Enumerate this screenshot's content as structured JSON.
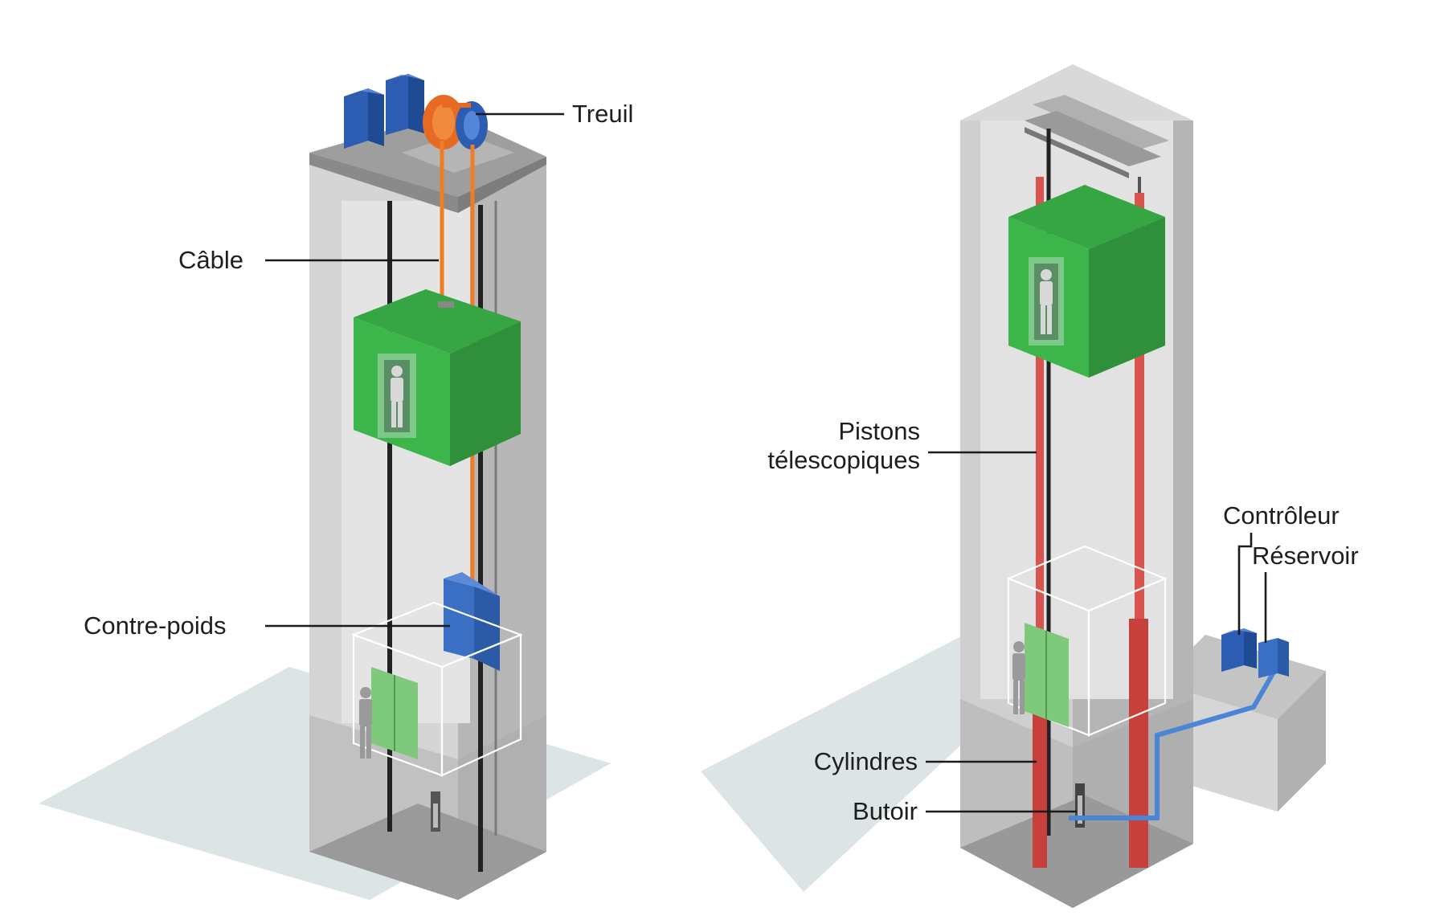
{
  "diagram": {
    "traction_elevator": {
      "labels": {
        "winch": "Treuil",
        "cable": "Câble",
        "counterweight": "Contre-poids"
      }
    },
    "hydraulic_elevator": {
      "labels": {
        "pistons_line1": "Pistons",
        "pistons_line2": "télescopiques",
        "controller": "Contrôleur",
        "reservoir": "Réservoir",
        "cylinders": "Cylindres",
        "buffer": "Butoir"
      }
    },
    "colors": {
      "cabin_green": "#3cb54a",
      "shaft_grey": "#c9c9c9",
      "cable_orange": "#f07c2a",
      "machine_blue": "#3a6fc4",
      "piston_red": "#d9534f"
    }
  }
}
